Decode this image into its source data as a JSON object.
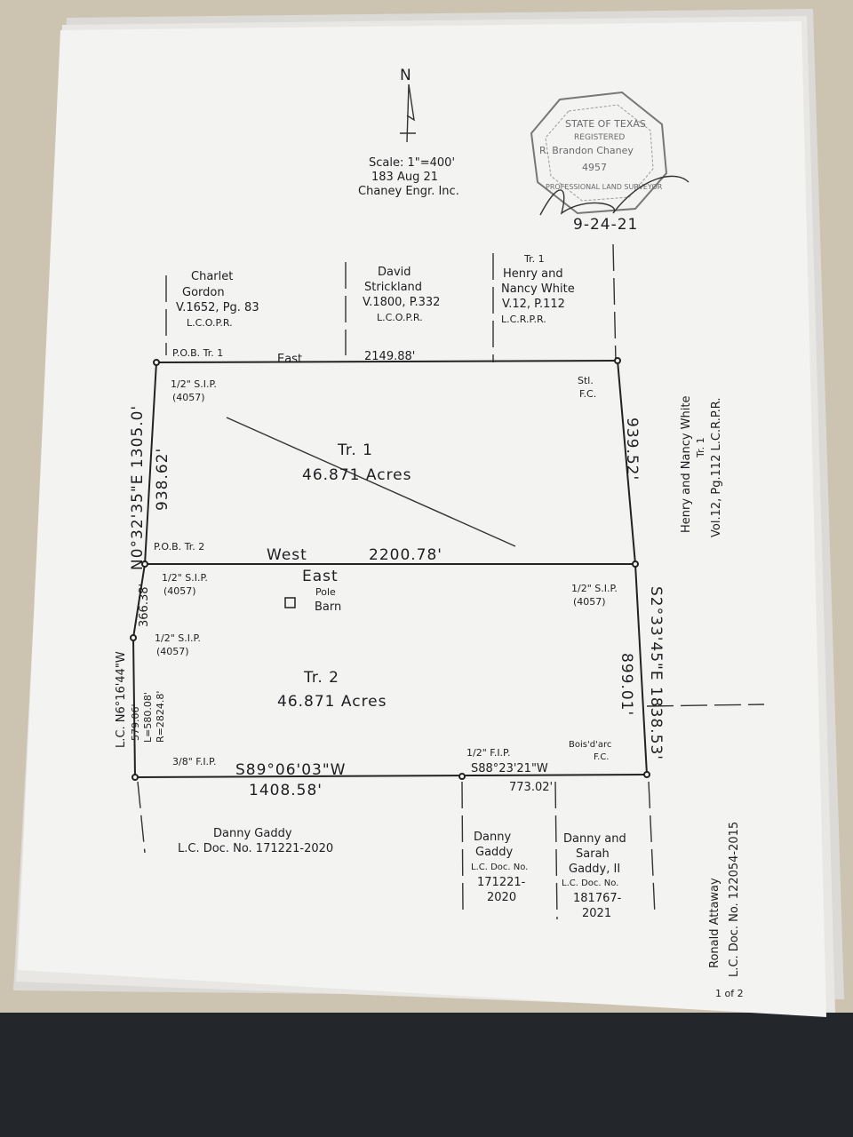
{
  "header": {
    "north_label": "N",
    "scale": "Scale: 1\"=400'",
    "job": "183 Aug 21",
    "company": "Chaney Engr. Inc."
  },
  "seal": {
    "state": "STATE OF TEXAS",
    "registered": "REGISTERED",
    "name": "R. Brandon Chaney",
    "number": "4957",
    "title": "PROFESSIONAL LAND SURVEYOR",
    "date": "9-24-21"
  },
  "adjoiners_north": [
    {
      "lines": [
        "Charlet",
        "Gordon",
        "V.1652, Pg. 83",
        "L.C.O.P.R."
      ]
    },
    {
      "lines": [
        "David",
        "Strickland",
        "V.1800, P.332",
        "L.C.O.P.R."
      ]
    },
    {
      "lines": [
        "Tr. 1",
        "Henry and",
        "Nancy White",
        "V.12, P.112",
        "L.C.R.P.R."
      ]
    }
  ],
  "adjoiner_east": {
    "lines": [
      "Henry and Nancy White",
      "Tr. 1",
      "Vol.12, Pg.112 L.C.R.P.R."
    ]
  },
  "adjoiner_southeast": {
    "lines": [
      "Ronald Attaway",
      "L.C. Doc. No. 122054-2015"
    ]
  },
  "adjoiners_south": [
    {
      "lines": [
        "Danny Gaddy",
        "L.C. Doc. No. 171221-2020"
      ]
    },
    {
      "lines": [
        "Danny",
        "Gaddy",
        "L.C. Doc. No.",
        "171221-",
        "2020"
      ]
    },
    {
      "lines": [
        "Danny and",
        "Sarah",
        "Gaddy, II",
        "L.C. Doc. No.",
        "181767-",
        "2021"
      ]
    }
  ],
  "calls": {
    "north_bearing": "East",
    "north_distance": "2149.88'",
    "middle_west": "West",
    "middle_distance": "2200.78'",
    "middle_east": "East",
    "west_bearing": "N0°32'35\"E 1305.0'",
    "west_upper": "938.62'",
    "west_lower": "366.38'",
    "curve_chord": "L.C. N6°16'44\"W",
    "curve_chord_len": "579.06'",
    "curve_length": "L=580.08'",
    "curve_radius": "R=2824.8'",
    "east_bearing": "S2°33'45\"E 1838.53'",
    "east_upper": "939.52'",
    "east_lower": "899.01'",
    "south_west_bearing": "S89°06'03\"W",
    "south_west_distance": "1408.58'",
    "south_east_bearing": "S88°23'21\"W",
    "south_east_distance": "773.02'"
  },
  "monuments": {
    "pob1": "P.O.B. Tr. 1",
    "pob1_pin": "1/2\" S.I.P.",
    "pob1_tag": "(4057)",
    "ne_corner": [
      "Stl.",
      "F.C."
    ],
    "pob2": "P.O.B. Tr. 2",
    "pob2_pin": "1/2\" S.I.P.",
    "pob2_tag": "(4057)",
    "curve_pin": "1/2\" S.I.P.",
    "curve_tag": "(4057)",
    "east_pin": "1/2\" S.I.P.",
    "east_tag": "(4057)",
    "sw_pin": "3/8\" F.I.P.",
    "south_pin": "1/2\" F.I.P.",
    "se_corner": [
      "Bois'd'arc",
      "F.C."
    ]
  },
  "tracts": {
    "tr1_label": "Tr. 1",
    "tr1_area": "46.871 Acres",
    "tr2_label": "Tr. 2",
    "tr2_area": "46.871 Acres",
    "pole_barn": [
      "Pole",
      "Barn"
    ]
  },
  "page_mark": "1 of 2"
}
